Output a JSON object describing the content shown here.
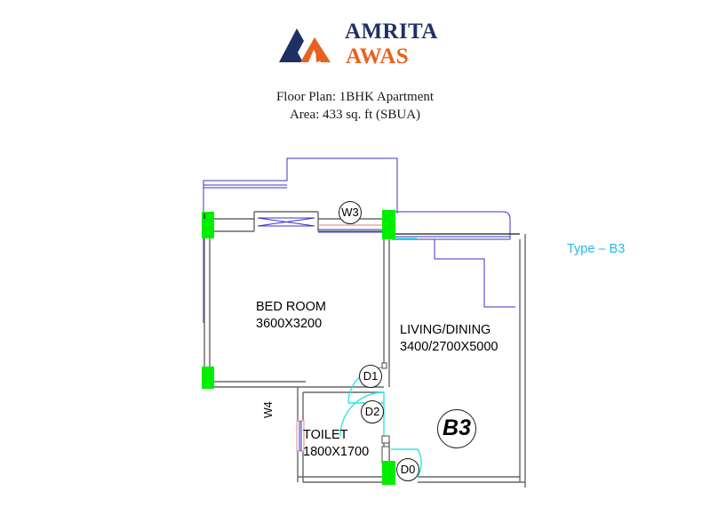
{
  "brand": {
    "name_primary": "AMRITA",
    "name_secondary": "AWAS",
    "color_navy": "#1f3064",
    "color_orange": "#e8621f",
    "mark": "mountain-logo-icon"
  },
  "title": {
    "line1": "Floor Plan: 1BHK Apartment",
    "line2": "Area: 433 sq. ft (SBUA)"
  },
  "plan": {
    "unit_type_label": "Type – B3",
    "unit_type_color": "#29b6e8",
    "unit_badge": "B3",
    "rooms": [
      {
        "name": "BED ROOM",
        "dimensions": "3600X3200"
      },
      {
        "name": "LIVING/DINING",
        "dimensions": "3400/2700X5000"
      },
      {
        "name": "TOILET",
        "dimensions": "1800X1700"
      }
    ],
    "windows": [
      {
        "tag": "W3"
      },
      {
        "tag": "W4"
      }
    ],
    "doors": [
      {
        "tag": "D1"
      },
      {
        "tag": "D2"
      },
      {
        "tag": "D0"
      }
    ],
    "colors": {
      "wall": "#555555",
      "wall_dark": "#1a1a1a",
      "column": "#00ee00",
      "door_swing": "#2ee6e6",
      "projection": "#3a35c8",
      "glazing": "#f2a6a6"
    }
  }
}
